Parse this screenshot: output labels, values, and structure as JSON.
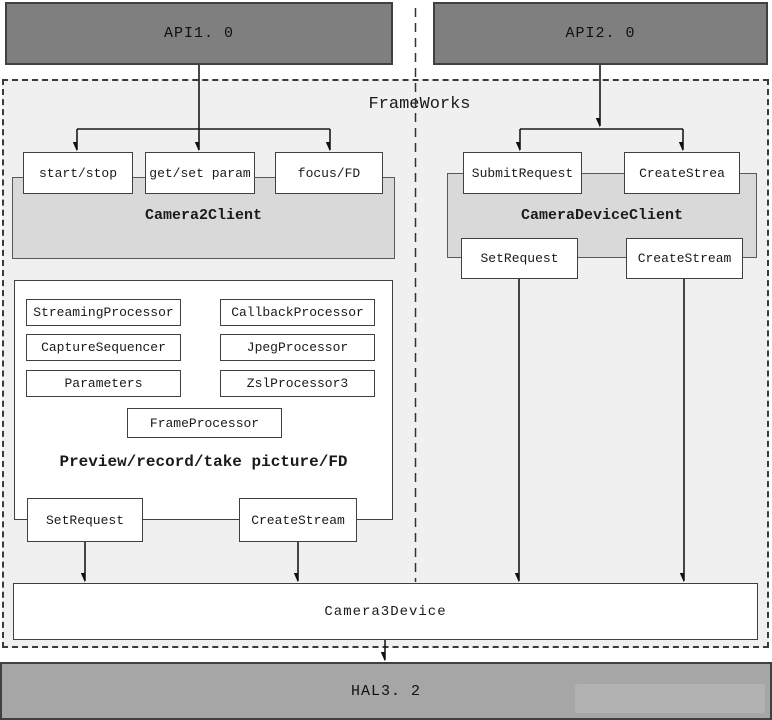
{
  "diagram": {
    "api1_label": "API1. 0",
    "api2_label": "API2. 0",
    "frameworks_label": "FrameWorks",
    "camera2client": {
      "label": "Camera2Client",
      "start_stop": "start/stop",
      "get_set_param": "get/set param",
      "focus_fd": "focus/FD"
    },
    "pipeline": {
      "streaming_processor": "StreamingProcessor",
      "callback_processor": "CallbackProcessor",
      "capture_sequencer": "CaptureSequencer",
      "jpeg_processor": "JpegProcessor",
      "parameters": "Parameters",
      "zsl_processor3": "ZslProcessor3",
      "frame_processor": "FrameProcessor",
      "caption": "Preview/record/take picture/FD",
      "set_request": "SetRequest",
      "create_stream": "CreateStream"
    },
    "camera_device_client": {
      "label": "CameraDeviceClient",
      "submit_request": "SubmitRequest",
      "create_strea": "CreateStrea",
      "set_request": "SetRequest",
      "create_stream": "CreateStream"
    },
    "camera3device_label": "Camera3Device",
    "hal_label": "HAL3. 2"
  },
  "colors": {
    "api_bar_fill": "#7f7f7f",
    "hal_bar_fill": "#a6a6a6",
    "client_box_fill": "#d9d9d9",
    "frameworks_bg": "#f0f0f0",
    "box_border": "#404040",
    "line": "#1a1a1a"
  }
}
